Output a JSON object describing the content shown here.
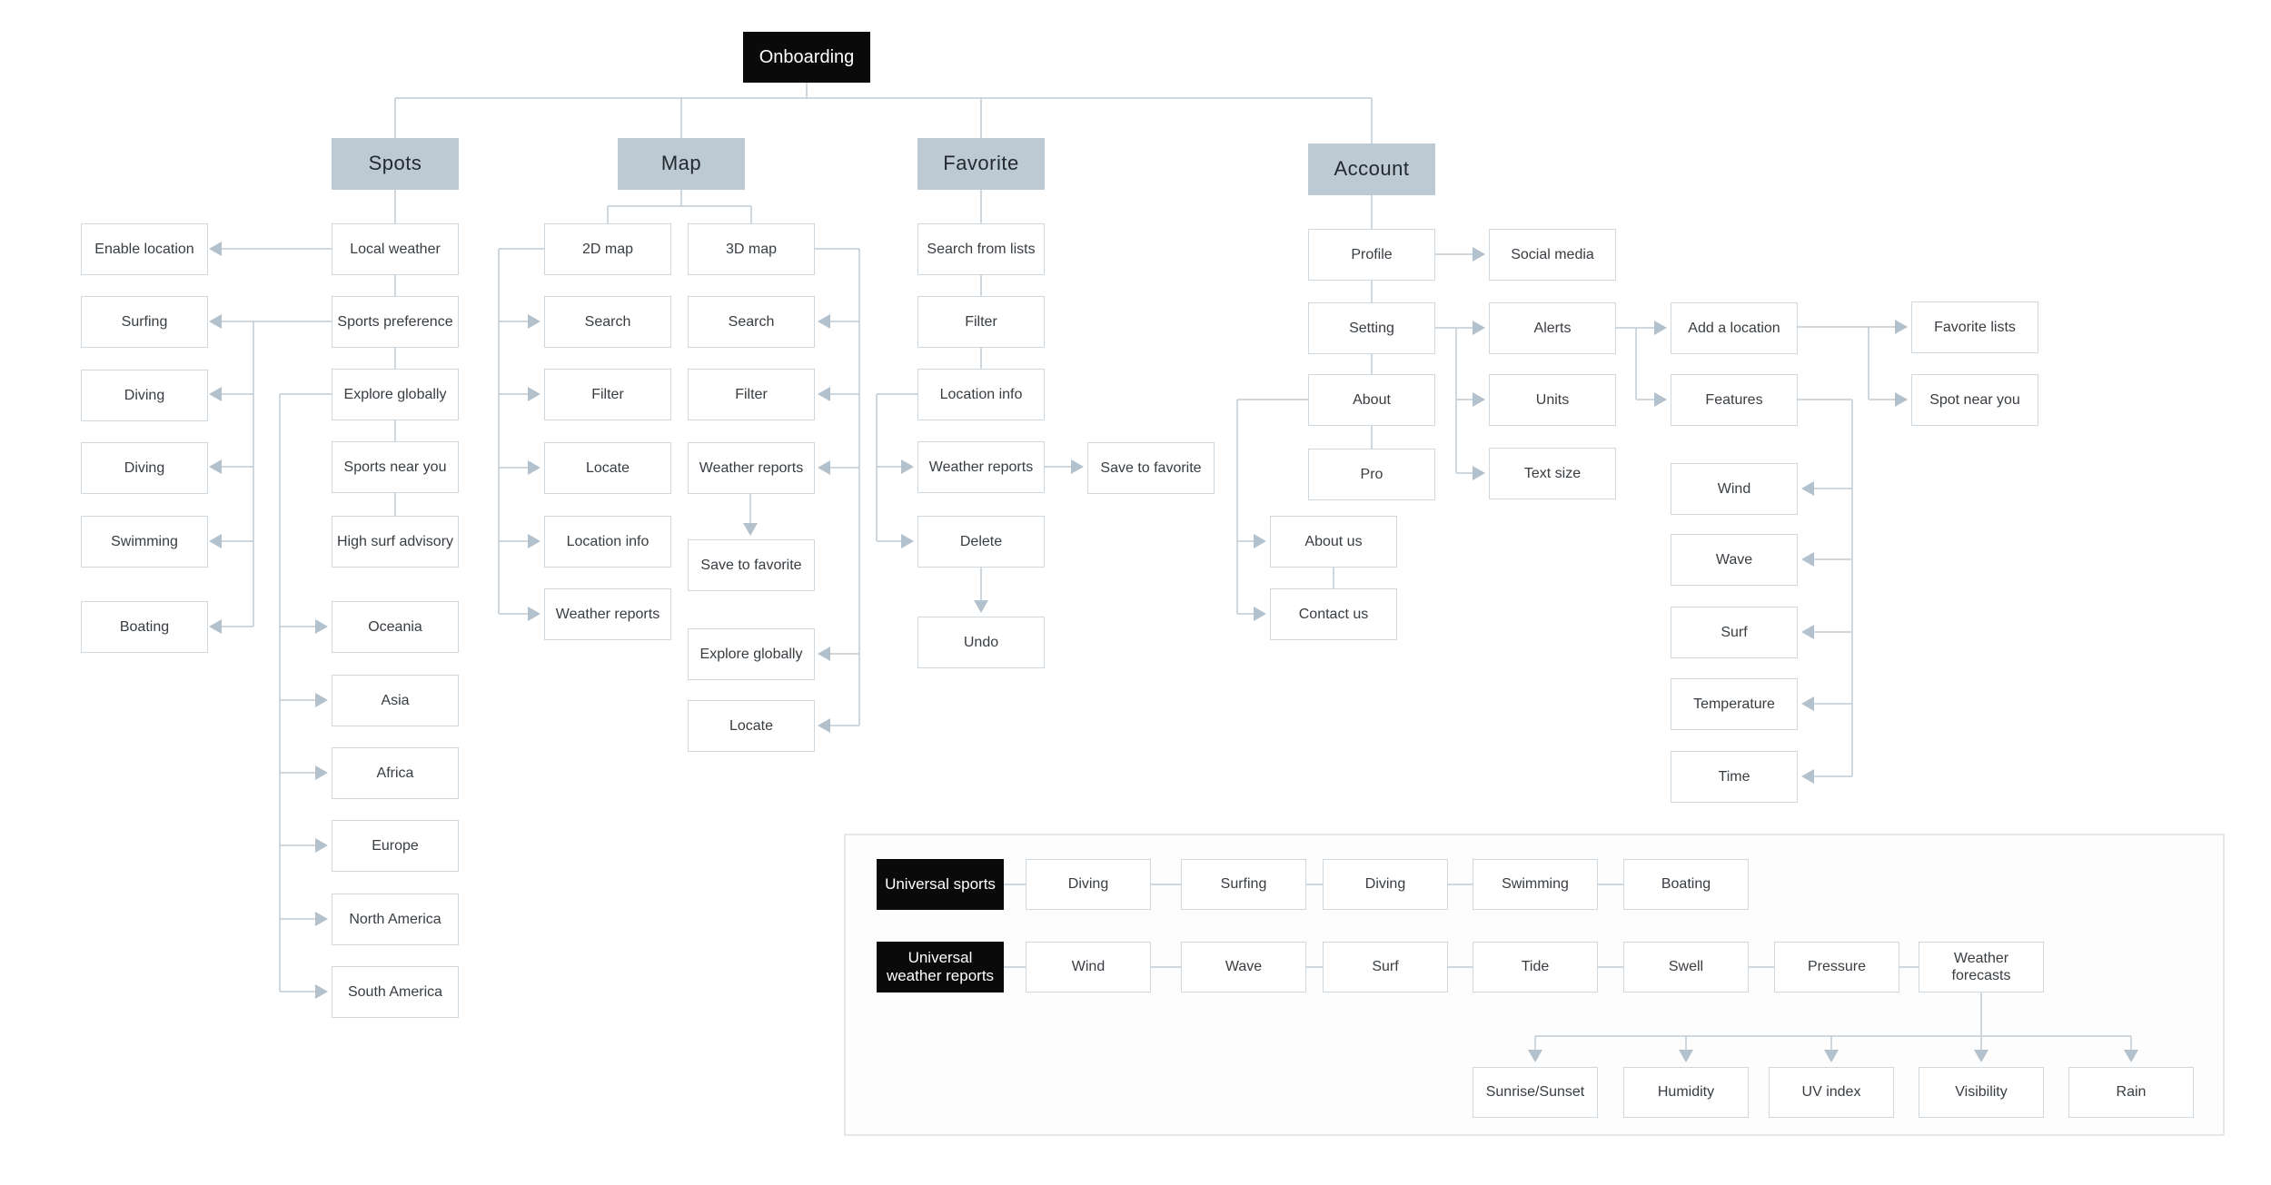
{
  "diagram": {
    "root": "Onboarding",
    "branches": {
      "spots": "Spots",
      "map": "Map",
      "favorite": "Favorite",
      "account": "Account"
    }
  },
  "spots": {
    "chain": [
      "Local weather",
      "Sports preference",
      "Explore globally",
      "Sports near you",
      "High surf advisory"
    ],
    "regions": [
      "Oceania",
      "Asia",
      "Africa",
      "Europe",
      "North America",
      "South America"
    ],
    "side": [
      "Enable location",
      "Surfing",
      "Diving",
      "Diving",
      "Swimming",
      "Boating"
    ]
  },
  "map": {
    "left_col": [
      "2D map",
      "Search",
      "Filter",
      "Locate",
      "Location info",
      "Weather reports"
    ],
    "right_col": [
      "3D map",
      "Search",
      "Filter",
      "Weather reports",
      "Save to favorite",
      "Explore globally",
      "Locate"
    ]
  },
  "favorite": {
    "chain": [
      "Search from lists",
      "Filter",
      "Location info",
      "Weather reports",
      "Delete",
      "Undo"
    ],
    "save_label": "Save to favorite"
  },
  "account": {
    "chain": [
      "Profile",
      "Setting",
      "About",
      "Pro"
    ],
    "settings_col": [
      "Social media",
      "Alerts",
      "Units",
      "Text size"
    ],
    "alerts_col": [
      "Add a location",
      "Features"
    ],
    "location_col": [
      "Favorite lists",
      "Spot near you"
    ],
    "feature_items": [
      "Wind",
      "Wave",
      "Surf",
      "Temperature",
      "Time"
    ],
    "about_items": [
      "About us",
      "Contact us"
    ]
  },
  "universal": {
    "sports_title": "Universal sports",
    "sports_items": [
      "Diving",
      "Surfing",
      "Diving",
      "Swimming",
      "Boating"
    ],
    "weather_title": "Universal weather reports",
    "weather_items": [
      "Wind",
      "Wave",
      "Surf",
      "Tide",
      "Swell",
      "Pressure",
      "Weather forecasts"
    ],
    "forecast_items": [
      "Sunrise/Sunset",
      "Humidity",
      "UV index",
      "Visibility",
      "Rain"
    ]
  },
  "colors": {
    "header_fill": "#bdc9d3",
    "node_border": "#cfd8de",
    "line": "#bfcbd4",
    "arrow": "#b3c1cd",
    "black_fill": "#0a0a0a",
    "text": "#383d42"
  }
}
